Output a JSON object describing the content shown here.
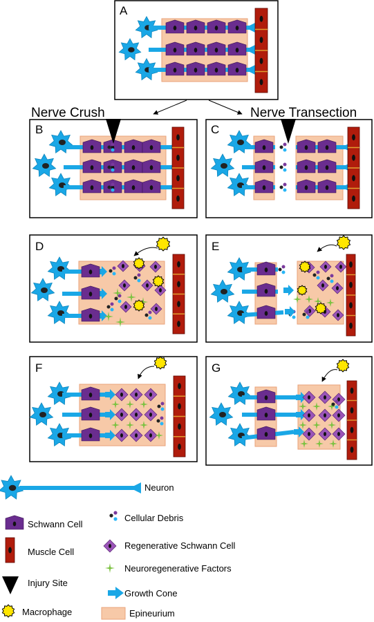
{
  "panels": {
    "A": "A",
    "B": "B",
    "C": "C",
    "D": "D",
    "E": "E",
    "F": "F",
    "G": "G"
  },
  "captions": {
    "crush": "Nerve Crush",
    "transection": "Nerve Transection"
  },
  "legend": {
    "neuron": "Neuron",
    "schwann": "Schwann Cell",
    "debris": "Cellular Debris",
    "muscle": "Muscle Cell",
    "regen_schwann": "Regenerative Schwann Cell",
    "factors": "Neuroregenerative Factors",
    "injury": "Injury Site",
    "growth_cone": "Growth Cone",
    "macrophage": "Macrophage",
    "epineurium": "Epineurium"
  },
  "colors": {
    "neuron": "#1aa7e6",
    "schwann": "#6a2d8f",
    "muscle": "#b01c0c",
    "epineurium": "#f7c9a8",
    "epineurium_border": "#e8a27a",
    "macrophage": "#ffe600",
    "factors": "#7dc242",
    "regen": "#9b55b8"
  }
}
